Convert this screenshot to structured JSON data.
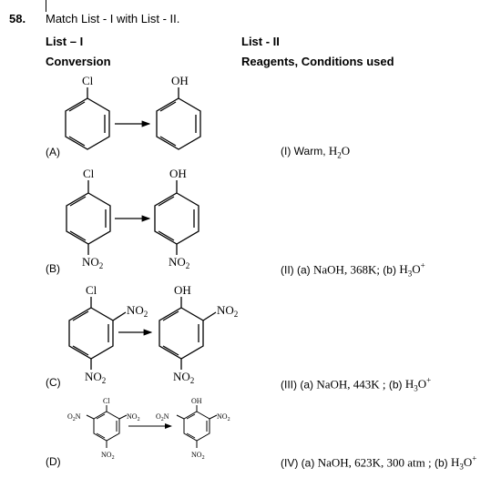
{
  "question": {
    "number": "58.",
    "text": "Match List - I with List - II."
  },
  "list1": {
    "title": "List – I",
    "subtitle": "Conversion"
  },
  "list2": {
    "title": "List - II",
    "subtitle": "Reagents, Conditions used"
  },
  "items": [
    {
      "label": "(A)",
      "reactant_top": "Cl",
      "product_top": "OH"
    },
    {
      "label": "(B)",
      "reactant_top": "Cl",
      "product_top": "OH",
      "reactant_bottom": "NO",
      "product_bottom": "NO",
      "sub": "2"
    },
    {
      "label": "(C)",
      "reactant_top": "Cl",
      "product_top": "OH",
      "reactant_side": "NO",
      "product_side": "NO",
      "reactant_bottom": "NO",
      "product_bottom": "NO",
      "sub": "2"
    },
    {
      "label": "(D)",
      "reactant_top": "Cl",
      "product_top": "OH",
      "reactant_left": "O",
      "reactant_left2": "N",
      "product_left": "O",
      "product_left2": "N",
      "reactant_side": "NO",
      "product_side": "NO",
      "reactant_bottom": "NO",
      "product_bottom": "NO",
      "sub": "2"
    }
  ],
  "reagents": [
    {
      "prefix": "(I) Warm,",
      "formula": "H",
      "sub": "2",
      "formula2": "O"
    },
    {
      "prefix": "(II) (a)",
      "part1": "NaOH, 368K;",
      "part2": "(b)",
      "formula": "H",
      "sub": "3",
      "formula2": "O",
      "sup": "+"
    },
    {
      "prefix": "(III) (a)",
      "part1": "NaOH, 443K ;",
      "part2": "(b)",
      "formula": "H",
      "sub": "3",
      "formula2": "O",
      "sup": "+"
    },
    {
      "prefix": "(IV) (a)",
      "part1": "NaOH, 623K, 300 atm ;",
      "part2": "(b)",
      "formula": "H",
      "sub": "3",
      "formula2": "O",
      "sup": "+"
    }
  ]
}
